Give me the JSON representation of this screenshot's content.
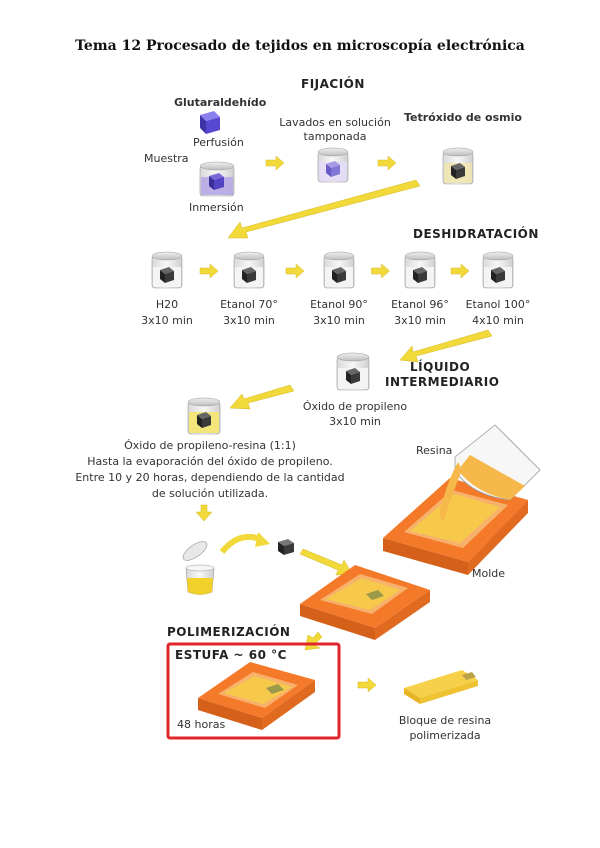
{
  "title": "Tema 12 Procesado de tejidos en microscopía electrónica",
  "sections": {
    "fijacion": "FIJACIÓN",
    "deshidratacion": "DESHIDRATACIÓN",
    "liquido_line1": "LÍQUIDO",
    "liquido_line2": "INTERMEDIARIO",
    "polimerizacion": "POLIMERIZACIÓN"
  },
  "fixation": {
    "glutaraldehido": "Glutaraldehído",
    "perfusion": "Perfusión",
    "muestra": "Muestra",
    "inmersion": "Inmersión",
    "lavados_line1": "Lavados en solución",
    "lavados_line2": "tamponada",
    "tetroxido": "Tetróxido de osmio"
  },
  "dehydration": [
    {
      "name": "H20",
      "time": "3x10 min"
    },
    {
      "name": "Etanol 70°",
      "time": "3x10 min"
    },
    {
      "name": "Etanol 90°",
      "time": "3x10 min"
    },
    {
      "name": "Etanol 96°",
      "time": "3x10 min"
    },
    {
      "name": "Etanol 100°",
      "time": "4x10 min"
    }
  ],
  "intermediate": {
    "oxido": "Óxido de propileno",
    "oxido_time": "3x10 min"
  },
  "resin_mix": {
    "line1": "Óxido de propileno-resina (1:1)",
    "line2": "Hasta la evaporación del óxido de propileno.",
    "line3": "Entre 10 y 20 horas, dependiendo de la cantidad",
    "line4": "de solución utilizada."
  },
  "embedding": {
    "resina": "Resina",
    "molde": "Molde"
  },
  "polymerization": {
    "estufa": "ESTUFA ~ 60 °C",
    "horas": "48 horas",
    "bloque_line1": "Bloque de resina",
    "bloque_line2": "polimerizada"
  },
  "colors": {
    "arrow": "#f2d93a",
    "mold_orange": "#f47a2a",
    "resin_yellow": "#f6c94a",
    "highlight_box": "#e0262b",
    "dark_sample": "#3a3a3a",
    "violet": "#6a5acd"
  }
}
